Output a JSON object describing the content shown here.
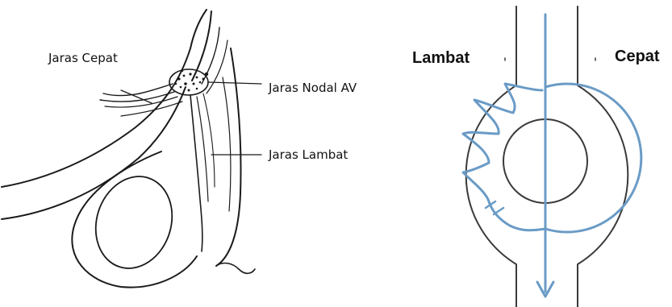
{
  "left_panel": {
    "labels": {
      "fast_pathway": "Jaras Cepat",
      "av_nodal_pathway": "Jaras Nodal AV",
      "slow_pathway": "Jaras Lambat"
    }
  },
  "right_panel": {
    "labels": {
      "slow": "Lambat",
      "fast": "Cepat"
    },
    "colors": {
      "outline": "#3a3a3a",
      "circuit": "#6a9bc6"
    }
  }
}
